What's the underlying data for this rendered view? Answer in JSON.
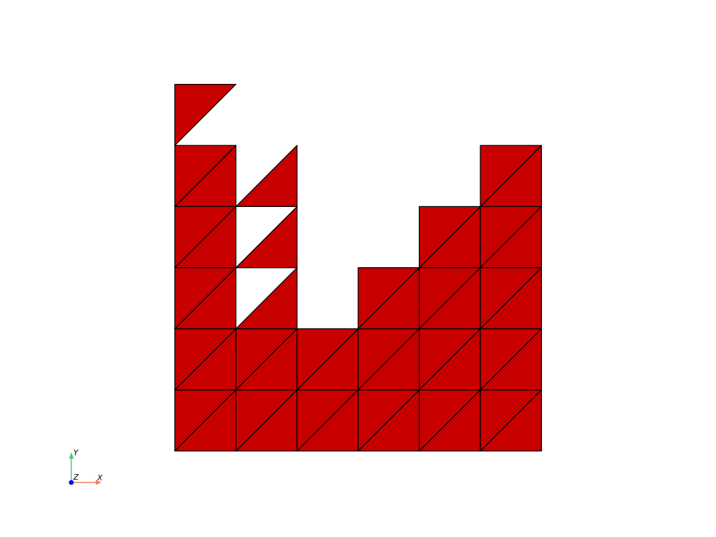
{
  "scene": {
    "background_color": "#ffffff",
    "mesh_color": "#c80000",
    "edge_color": "#000000",
    "mesh": {
      "cell_size": 1,
      "cells": [
        {
          "i": 0,
          "j": 0,
          "lower": true,
          "upper": true
        },
        {
          "i": 1,
          "j": 0,
          "lower": true,
          "upper": true
        },
        {
          "i": 2,
          "j": 0,
          "lower": true,
          "upper": true
        },
        {
          "i": 3,
          "j": 0,
          "lower": true,
          "upper": true
        },
        {
          "i": 4,
          "j": 0,
          "lower": true,
          "upper": true
        },
        {
          "i": 5,
          "j": 0,
          "lower": true,
          "upper": true
        },
        {
          "i": 0,
          "j": 1,
          "lower": true,
          "upper": true
        },
        {
          "i": 1,
          "j": 1,
          "lower": true,
          "upper": true
        },
        {
          "i": 2,
          "j": 1,
          "lower": true,
          "upper": true
        },
        {
          "i": 3,
          "j": 1,
          "lower": true,
          "upper": true
        },
        {
          "i": 4,
          "j": 1,
          "lower": true,
          "upper": true
        },
        {
          "i": 5,
          "j": 1,
          "lower": true,
          "upper": true
        },
        {
          "i": 0,
          "j": 2,
          "lower": true,
          "upper": true
        },
        {
          "i": 1,
          "j": 2,
          "lower": true,
          "upper": false
        },
        {
          "i": 3,
          "j": 2,
          "lower": true,
          "upper": true
        },
        {
          "i": 4,
          "j": 2,
          "lower": true,
          "upper": true
        },
        {
          "i": 5,
          "j": 2,
          "lower": true,
          "upper": true
        },
        {
          "i": 0,
          "j": 3,
          "lower": true,
          "upper": true
        },
        {
          "i": 1,
          "j": 3,
          "lower": true,
          "upper": false
        },
        {
          "i": 4,
          "j": 3,
          "lower": true,
          "upper": true
        },
        {
          "i": 5,
          "j": 3,
          "lower": true,
          "upper": true
        },
        {
          "i": 0,
          "j": 4,
          "lower": true,
          "upper": true
        },
        {
          "i": 1,
          "j": 4,
          "lower": true,
          "upper": false
        },
        {
          "i": 5,
          "j": 4,
          "lower": true,
          "upper": true
        },
        {
          "i": 0,
          "j": 5,
          "lower": false,
          "upper": true
        }
      ]
    }
  },
  "axes_widget": {
    "x_label": "X",
    "y_label": "Y",
    "z_label": "Z",
    "x_color": "#f08050",
    "y_color": "#50c878",
    "z_color": "#1010e0"
  }
}
